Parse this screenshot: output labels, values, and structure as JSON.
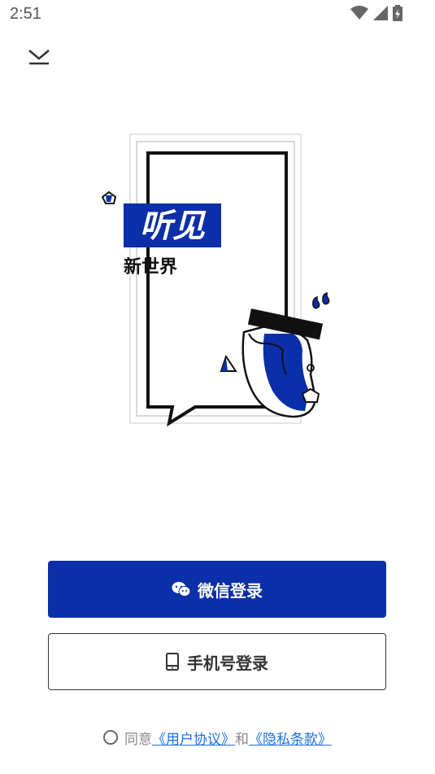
{
  "status_bar": {
    "time": "2:51"
  },
  "illustration": {
    "title": "听见",
    "subtitle": "新世界"
  },
  "buttons": {
    "wechat_label": "微信登录",
    "phone_label": "手机号登录"
  },
  "agreement": {
    "prefix": "同意",
    "user_agreement": "《用户协议》",
    "and": "和",
    "privacy_policy": "《隐私条款》"
  },
  "colors": {
    "primary": "#0a2fa8",
    "link": "#1a6fdc"
  }
}
